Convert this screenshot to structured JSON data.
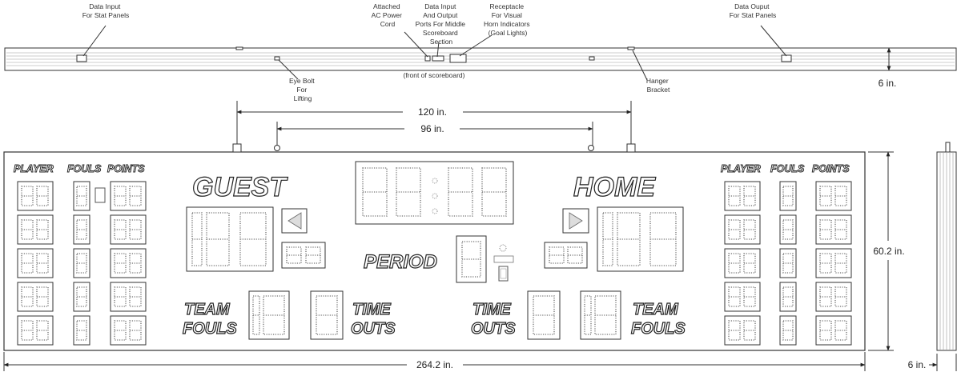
{
  "callouts": {
    "data_input_left": [
      "Data Input",
      "For Stat Panels"
    ],
    "ac_power": [
      "Attached",
      "AC Power",
      "Cord"
    ],
    "data_ports": [
      "Data Input",
      "And Output",
      "Ports For Middle",
      "Scoreboard",
      "Section"
    ],
    "receptacle": [
      "Receptacle",
      "For Visual",
      "Horn Indicators",
      "(Goal Lights)"
    ],
    "data_output_right": [
      "Data Ouput",
      "For Stat Panels"
    ],
    "front_note": "(front of scoreboard)",
    "eye_bolt": [
      "Eye Bolt",
      "For",
      "Lifting"
    ],
    "hanger": [
      "Hanger",
      "Bracket"
    ]
  },
  "dimensions": {
    "top_depth": "6 in.",
    "hanger_span": "120 in.",
    "eyebolt_span": "96 in.",
    "height": "60.2 in.",
    "width": "264.2 in.",
    "side_depth": "6 in."
  },
  "board": {
    "guest": "GUEST",
    "home": "HOME",
    "period": "PERIOD",
    "team": "TEAM",
    "fouls": "FOULS",
    "time": "TIME",
    "outs": "OUTS",
    "stat_headers": [
      "PLAYER",
      "FOULS",
      "POINTS"
    ]
  }
}
